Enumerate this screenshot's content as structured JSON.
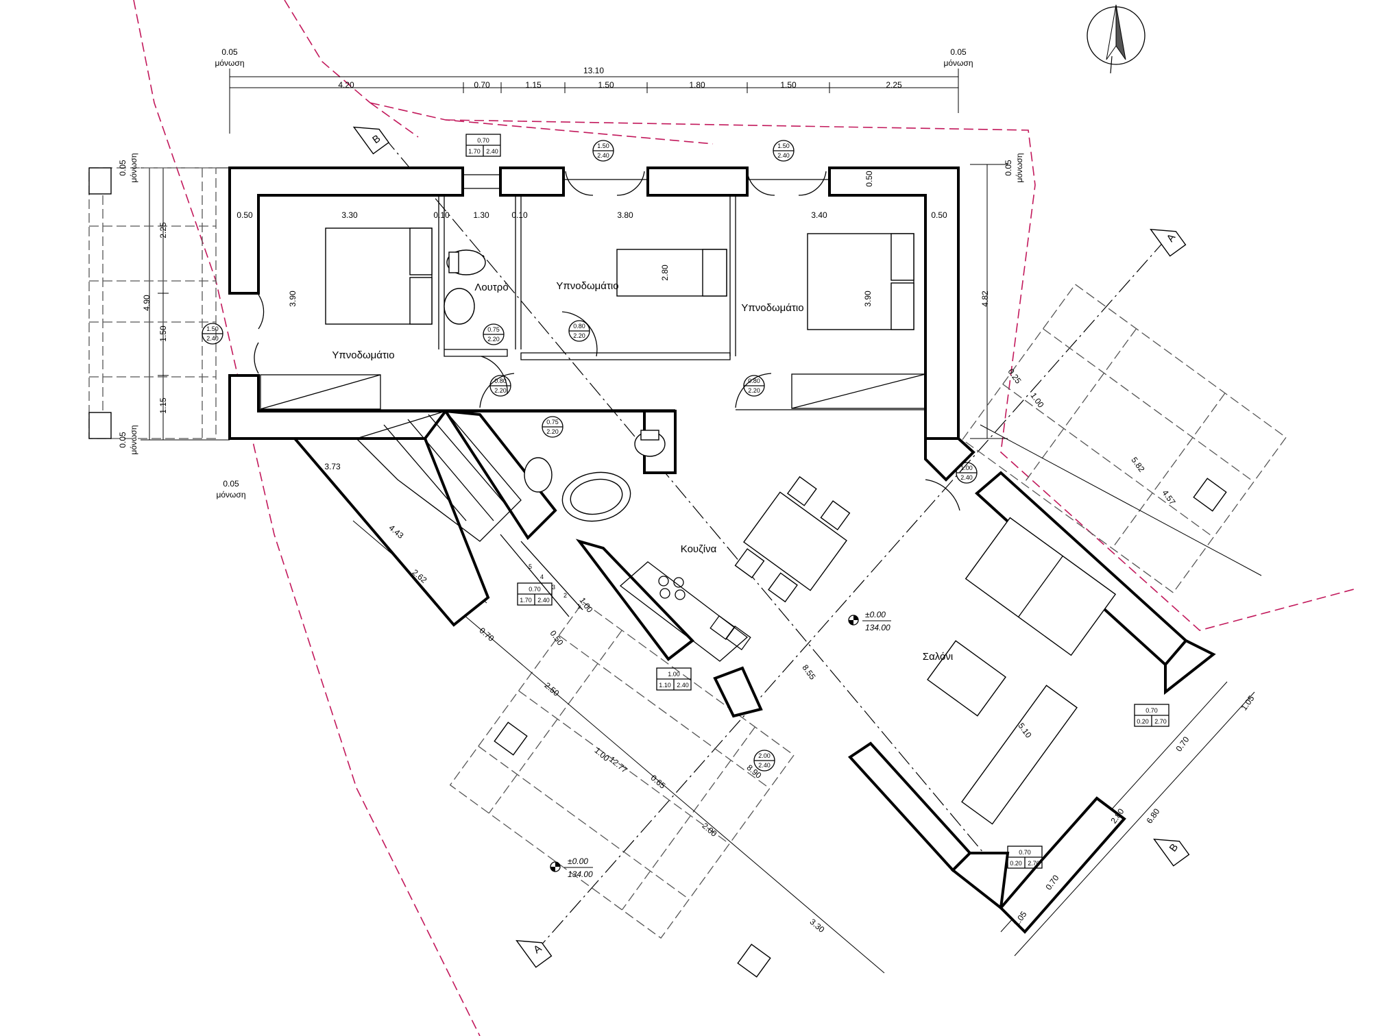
{
  "rooms": {
    "bedroom_west": "Υπνοδωμάτιο",
    "bathroom": "Λουτρό",
    "bedroom_middle": "Υπνοδωμάτιο",
    "bedroom_east": "Υπνοδωμάτιο",
    "kitchen": "Κουζίνα",
    "living": "Σαλόνι"
  },
  "insulation": {
    "value": "0.05",
    "label": "μόνωση"
  },
  "top_dimensions": {
    "total": "13.10",
    "segments": [
      "4.20",
      "0.70",
      "1.15",
      "1.50",
      "1.80",
      "1.50",
      "2.25"
    ]
  },
  "interior_dimensions": {
    "wall_west": "0.50",
    "bedroom_west_width": "3.30",
    "partition_1": "0.10",
    "bathroom_width": "1.30",
    "partition_2": "0.10",
    "bedroom_middle_width": "3.80",
    "bedroom_east_width": "3.40",
    "wall_east": "0.50",
    "wall_north": "0.50",
    "bedroom_west_depth": "3.90",
    "bed_middle_length": "2.80",
    "bedroom_east_depth": "3.90"
  },
  "left_dimensions": [
    "2.25",
    "4.90",
    "1.50",
    "1.15"
  ],
  "right_dimensions": {
    "depth": "4.82",
    "insulation_value": "0.05",
    "insulation_label": "μόνωση"
  },
  "diagonal_dimensions": [
    "3.73",
    "4.43",
    "2.62",
    "0.70",
    "2.50",
    "1.00",
    "12.77",
    "0.65",
    "8.90",
    "2.00",
    "3.30",
    "8.55",
    "5.10",
    "0.50",
    "1.00",
    "0.25",
    "1.00",
    "5.82",
    "4.57",
    "1.05",
    "0.70",
    "2.80",
    "6.80",
    "1.05",
    "0.70"
  ],
  "openings": [
    {
      "top": "0.70",
      "bl": "1.70",
      "br": "2.40"
    },
    {
      "top": "1.50",
      "bottom": "2.40"
    },
    {
      "top": "1.50",
      "bottom": "2.40"
    },
    {
      "top": "1.50",
      "bottom": "2.40"
    },
    {
      "top": "0.75",
      "bottom": "2.20"
    },
    {
      "top": "0.80",
      "bottom": "2.20"
    },
    {
      "top": "0.80",
      "bottom": "2.20"
    },
    {
      "top": "0.80",
      "bottom": "2.20"
    },
    {
      "top": "0.75",
      "bottom": "2.20"
    },
    {
      "top": "1.00",
      "bottom": "2.40"
    },
    {
      "top": "0.70",
      "bl": "1.70",
      "br": "2.40"
    },
    {
      "top": "1.00",
      "bl": "1.10",
      "br": "2.40"
    },
    {
      "top": "2.00",
      "bottom": "2.40"
    },
    {
      "top": "0.70",
      "bl": "0.20",
      "br": "2.70"
    },
    {
      "top": "0.70",
      "bl": "0.20",
      "br": "2.70"
    }
  ],
  "stair_steps": [
    "1",
    "2",
    "3",
    "4",
    "5"
  ],
  "levels": {
    "interior_value": "±0.00",
    "interior_abs": "134.00",
    "exterior_value": "±0.00",
    "exterior_abs": "134.00"
  },
  "section_markers": {
    "a": "A",
    "b": "B"
  },
  "colors": {
    "property_line": "#c2185b",
    "lines": "#000000"
  },
  "icons": {
    "north_arrow": "compass-north-icon",
    "level_marker": "level-marker-icon"
  }
}
